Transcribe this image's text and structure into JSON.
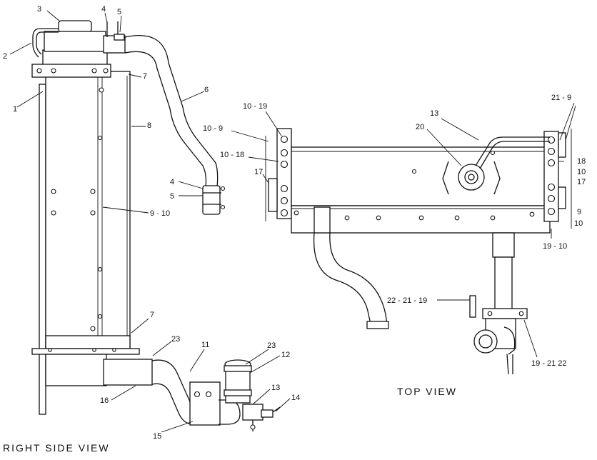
{
  "views": {
    "right_side": "RIGHT  SIDE  VIEW",
    "top": "TOP  VIEW"
  },
  "callouts": {
    "c1": "1",
    "c2": "2",
    "c3": "3",
    "c4a": "4",
    "c5a": "5",
    "c6": "6",
    "c7a": "7",
    "c8": "8",
    "c4b": "4",
    "c5b": "5",
    "c9_10": "9 · 10",
    "c7b": "7",
    "c23a": "23",
    "c11": "11",
    "c16": "16",
    "c15": "15",
    "c23b": "23",
    "c12": "12",
    "c13a": "13",
    "c14": "14",
    "c10_19": "10 - 19",
    "c10_9": "10 - 9",
    "c10_18": "10 - 18",
    "c17a": "17",
    "c13b": "13",
    "c20": "20",
    "c21_9": "21 - 9",
    "c18": "18",
    "c10a": "10",
    "c17b": "17",
    "c9": "9",
    "c10b": "10",
    "c19_10": "19 - 10",
    "c22_21_19": "22 - 21 - 19",
    "c19_21_22": "19 - 21  22"
  }
}
